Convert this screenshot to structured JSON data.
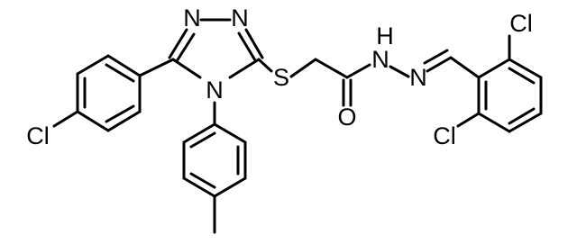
{
  "molecule": {
    "atoms": {
      "n_triazole_1": "N",
      "n_triazole_2": "N",
      "n_triazole_4": "N",
      "s_thioether": "S",
      "nh_hydrazide": "H",
      "n_hydrazide": "N",
      "n_imine": "N",
      "o_carbonyl": "O",
      "cl_phenyl": "Cl",
      "cl_dichloro_top": "Cl",
      "cl_dichloro_bottom": "Cl"
    }
  },
  "colors": {
    "bond": "#000000",
    "label": "#000000",
    "background": "#ffffff"
  }
}
